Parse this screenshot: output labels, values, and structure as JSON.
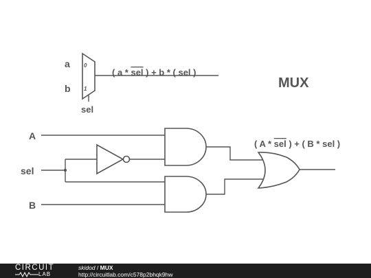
{
  "diagram": {
    "title": "MUX",
    "symbol": {
      "input_a": "a",
      "input_b": "b",
      "select": "sel",
      "port_0": "0",
      "port_1": "1",
      "expr_part1": "( a * ",
      "expr_sel": "sel",
      "expr_part2": " ) + b * ( sel )"
    },
    "schematic": {
      "input_A": "A",
      "input_sel": "sel",
      "input_B": "B",
      "expr_part1": "( A * ",
      "expr_sel": "sel",
      "expr_part2": " ) + ( B * sel )"
    }
  },
  "footer": {
    "logo_top": "CIRCUIT",
    "logo_bottom": "LAB",
    "author": "skidod",
    "separator": " / ",
    "title": "MUX",
    "url": "http://circuitlab.com/c578p2bhqk9hw"
  }
}
